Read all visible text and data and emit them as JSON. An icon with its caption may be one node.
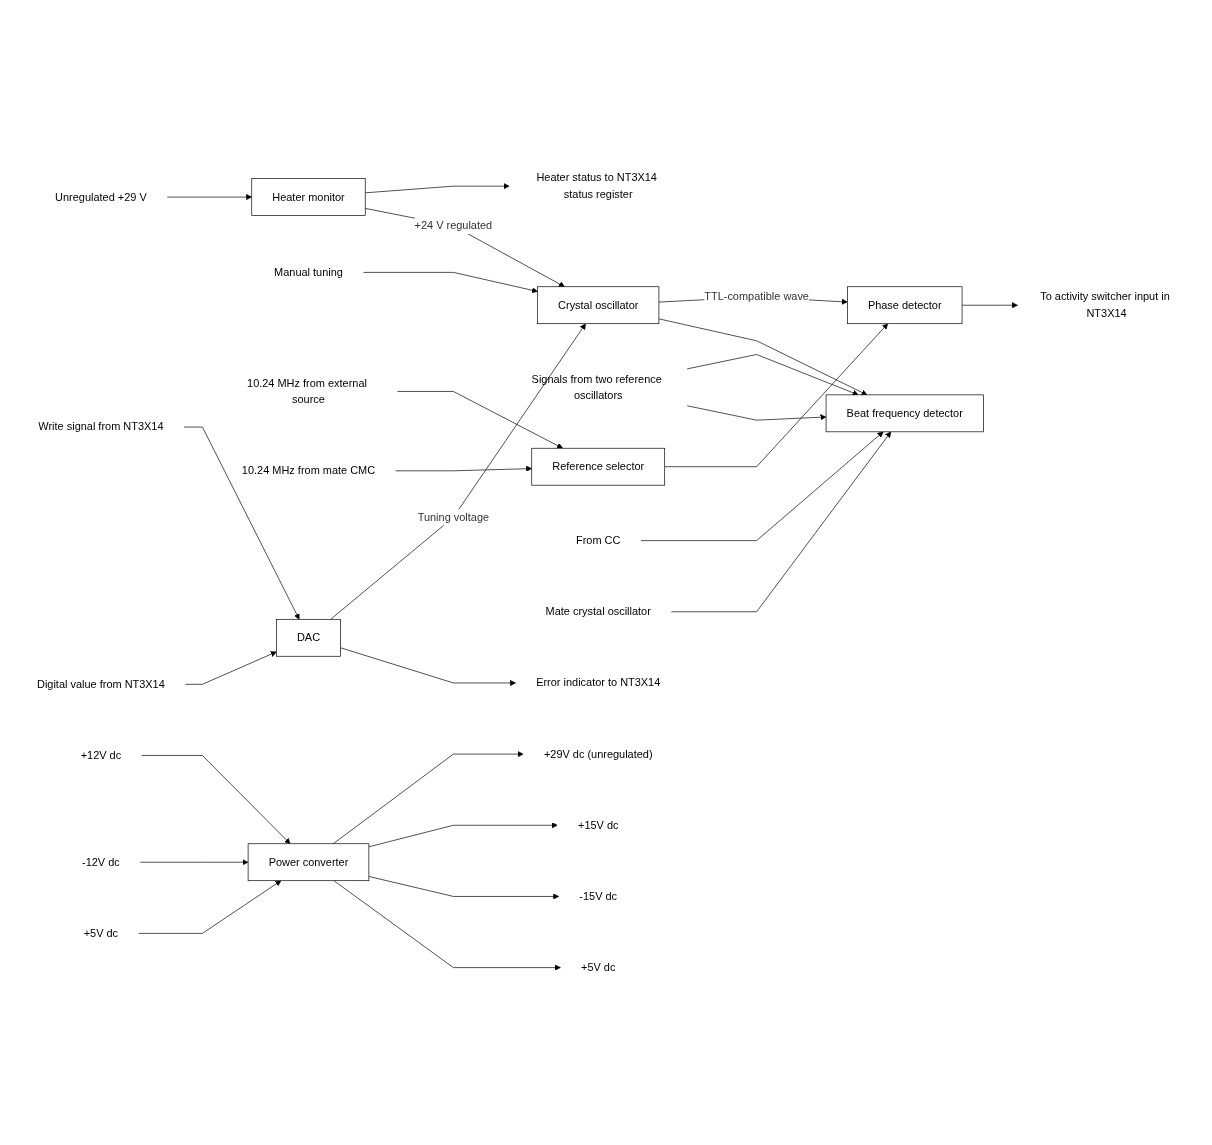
{
  "diagram": {
    "nodes": [
      {
        "text": [
          "Unregulated +29 V"
        ]
      },
      {
        "text": [
          "Heater monitor"
        ]
      },
      {
        "text": [
          "Heater status to NT3X14 status register"
        ]
      },
      {
        "text": [
          "Manual tuning"
        ]
      },
      {
        "text": [
          "Crystal oscillator"
        ]
      },
      {
        "text": [
          "To activity switcher input in NT3X14"
        ]
      },
      {
        "text": [
          "10.24 MHz from external source"
        ]
      },
      {
        "text": [
          "Signals from two reference oscillators"
        ]
      },
      {
        "text": [
          "Phase detector"
        ]
      },
      {
        "text": [
          "Reference selector"
        ]
      },
      {
        "text": [
          "Beat frequency detector"
        ]
      },
      {
        "text": [
          "From CC"
        ]
      },
      {
        "text": [
          "10.24 MHz from mate CMC"
        ]
      },
      {
        "text": [
          "Mate crystal oscillator"
        ]
      },
      {
        "text": [
          "DAC"
        ]
      },
      {
        "text": [
          "Write signal from NT3X14"
        ]
      },
      {
        "text": [
          "Error indicator to NT3X14"
        ]
      },
      {
        "text": [
          "Digital value from NT3X14"
        ]
      },
      {
        "text": [
          "Power converter"
        ]
      },
      {
        "text": [
          "+29V dc (unregulated)"
        ]
      },
      {
        "text": [
          "+15V dc"
        ]
      },
      {
        "text": [
          "-15V  dc"
        ]
      },
      {
        "text": [
          "+5V dc"
        ]
      },
      {
        "text": [
          "+12V dc"
        ]
      },
      {
        "text": [
          "-12V  dc"
        ]
      },
      {
        "text": [
          "+5V dc"
        ]
      }
    ],
    "edges": [
      {
        "from": 0,
        "to": 1,
        "arrow": "to"
      },
      {
        "from": 1,
        "to": 2,
        "arrow": "to"
      },
      {
        "from": 1,
        "to": 4,
        "arrow": "to",
        "label": "+24 V regulated"
      },
      {
        "from": 3,
        "to": 4,
        "arrow": "to"
      },
      {
        "from": 4,
        "to": 8,
        "arrow": "to",
        "label": "TTL-compatible wave"
      },
      {
        "from": 8,
        "to": 5,
        "arrow": "to"
      },
      {
        "from": 6,
        "to": 9,
        "arrow": "to"
      },
      {
        "from": 9,
        "to": 8,
        "arrow": "to"
      },
      {
        "from": 12,
        "to": 9,
        "arrow": "to"
      },
      {
        "from": 7,
        "to": 10,
        "arrow": "to"
      },
      {
        "from": 7,
        "to": 10,
        "arrow": "to"
      },
      {
        "from": 11,
        "to": 10,
        "arrow": "to"
      },
      {
        "from": 4,
        "to": 10,
        "arrow": "to"
      },
      {
        "from": 13,
        "to": 10,
        "arrow": "to"
      },
      {
        "from": 14,
        "to": 4,
        "arrow": "to",
        "label": "Tuning voltage"
      },
      {
        "from": 15,
        "to": 14,
        "arrow": "to"
      },
      {
        "from": 14,
        "to": 16,
        "arrow": "to"
      },
      {
        "from": 17,
        "to": 14,
        "arrow": "to"
      },
      {
        "from": 18,
        "to": 19,
        "arrow": "to"
      },
      {
        "from": 18,
        "to": 20,
        "arrow": "to"
      },
      {
        "from": 18,
        "to": 21,
        "arrow": "to"
      },
      {
        "from": 18,
        "to": 22,
        "arrow": "to"
      },
      {
        "from": 23,
        "to": 18,
        "arrow": "to"
      },
      {
        "from": 24,
        "to": 18,
        "arrow": "to"
      },
      {
        "from": 25,
        "to": 18,
        "arrow": "to"
      }
    ]
  }
}
